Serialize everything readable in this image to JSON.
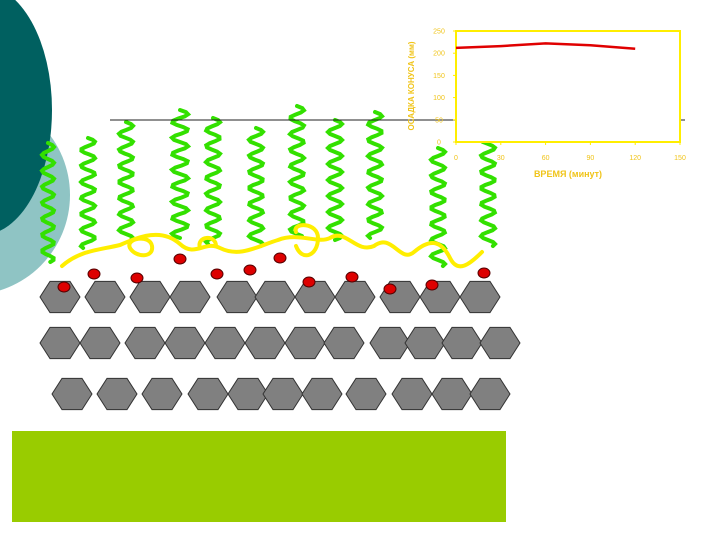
{
  "colors": {
    "background": "#ffffff",
    "teal_dark": "#006060",
    "teal_light": "#8fc4c4",
    "polymer_chain": "#33e000",
    "backbone": "#ffee00",
    "anchor_group": "#dd0000",
    "particle": "#808080",
    "banner": "#99cc00",
    "chart_frame": "#ffee00",
    "chart_line": "#e00000",
    "chart_text": "#f0c419"
  },
  "chart_data": {
    "type": "line",
    "title": "",
    "xlabel": "ВРЕМЯ (минут)",
    "ylabel": "ОСАДКА КОНУСА (мм)",
    "x_ticks": [
      "0",
      "30",
      "60",
      "90",
      "120",
      "150"
    ],
    "y_ticks": [
      "0",
      "50",
      "100",
      "150",
      "200",
      "250"
    ],
    "xlim": [
      0,
      150
    ],
    "ylim": [
      0,
      250
    ],
    "grid": false,
    "series": [
      {
        "x": [
          0,
          30,
          60,
          90,
          120
        ],
        "y": [
          212,
          216,
          222,
          218,
          210
        ]
      }
    ]
  }
}
